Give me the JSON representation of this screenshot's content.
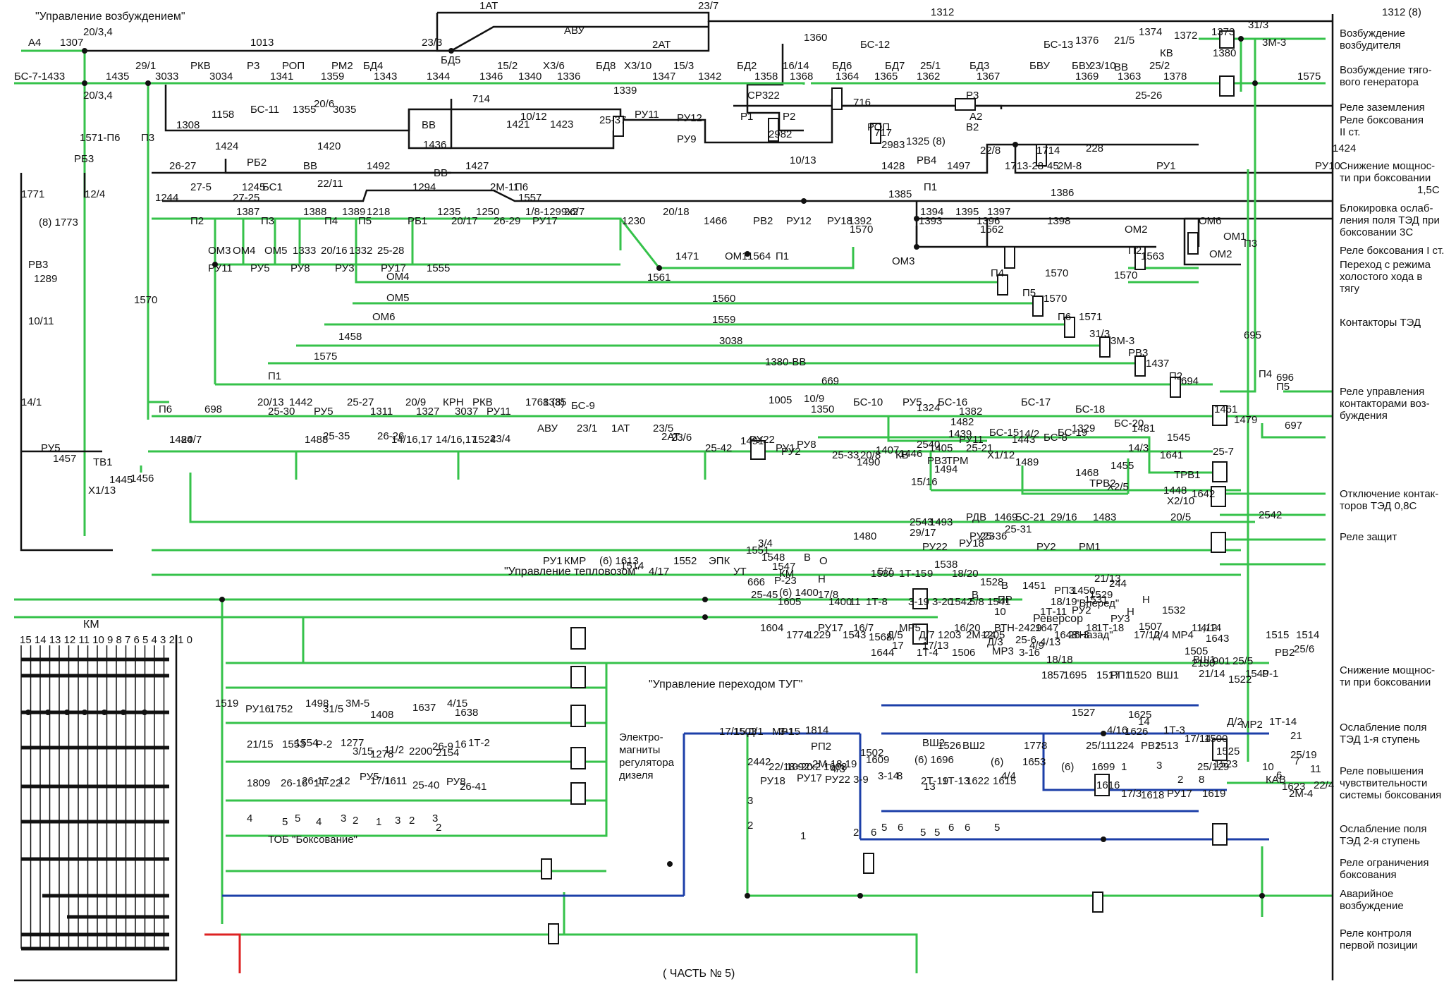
{
  "top_labels": {
    "excitation": "\"Управление возбуждением\"",
    "loco": "\"Управление тепловозом\"",
    "tug": "\"Управление переходом ТУГ\"",
    "part": "( ЧАСТЬ № 5)",
    "tob": "ТОБ \"Боксование\"",
    "km": "КМ",
    "km_positions": "15 14 13 12 11 10 9 8 7 6 5 4 3 2 1 0",
    "electromagnets": [
      "Электро-",
      "магниты",
      "регулятора",
      "дизеля"
    ],
    "forward": "\"Вперед\"",
    "reverser": "Реверсор",
    "back": "\"Назад\""
  },
  "right_descriptions": [
    {
      "t": [
        "Возбуждение",
        "возбудителя"
      ]
    },
    {
      "t": [
        "Возбуждение тяго-",
        "вого генератора"
      ]
    },
    {
      "t": [
        "Реле заземления"
      ]
    },
    {
      "t": [
        "Реле боксования",
        "II ст."
      ]
    },
    {
      "t": [
        "Снижение мощнос-",
        "ти при боксовании",
        "1,5С"
      ]
    },
    {
      "t": [
        "Блокировка ослаб-",
        "ления поля ТЭД при",
        "боксовании 3С"
      ]
    },
    {
      "t": [
        "Реле боксования I ст."
      ]
    },
    {
      "t": [
        "Переход с режима",
        "холостого хода в",
        "тягу"
      ]
    },
    {
      "t": [
        "Контакторы ТЭД"
      ]
    },
    {
      "t": [
        "Реле управления",
        "контакторами воз-",
        "буждения"
      ]
    },
    {
      "t": [
        "Отключение контак-",
        "торов ТЭД    0,8С"
      ]
    },
    {
      "t": [
        "Реле защит"
      ]
    },
    {
      "t": [
        "Снижение мощнос-",
        "ти при боксовании"
      ]
    },
    {
      "t": [
        "Ослабление поля",
        "ТЭД 1-я ступень"
      ]
    },
    {
      "t": [
        "Реле повышения",
        "чувствительности",
        "системы боксования"
      ]
    },
    {
      "t": [
        "Ослабление поля",
        "ТЭД 2-я ступень"
      ]
    },
    {
      "t": [
        "Реле ограничения",
        "боксования"
      ]
    },
    {
      "t": [
        "Аварийное",
        "возбуждение"
      ]
    },
    {
      "t": [
        "Реле контроля",
        "первой позиции"
      ]
    }
  ],
  "labels": [
    "А4",
    "1307",
    "20/3,4",
    "1013",
    "23/3",
    "БД5",
    "1АТ",
    "АВУ",
    "2АТ",
    "23/7",
    "1312",
    "1312 (8)",
    "БС-7-1433",
    "1435",
    "20/3,4",
    "29/1",
    "3033",
    "РКВ",
    "3034",
    "Р3",
    "1341",
    "РОП",
    "1359",
    "РМ2",
    "БД4",
    "1343",
    "1344",
    "15/2",
    "1346",
    "Х3/6",
    "1340",
    "1336",
    "БД8",
    "Х3/10",
    "1339",
    "1347",
    "15/3",
    "1342",
    "БД2",
    "1358",
    "16/14",
    "1368",
    "БД6",
    "1364",
    "БД7",
    "1365",
    "25/1",
    "1362",
    "БД3",
    "1367",
    "БВУ",
    "БВУ",
    "1369",
    "23/10",
    "1363",
    "25/2",
    "1378",
    "1360",
    "БС-12",
    "БС-13",
    "1376",
    "21/5",
    "1374",
    "ВВ",
    "КВ",
    "1372",
    "1380",
    "1373",
    "31/3",
    "3М-3",
    "1575",
    "1571-П6",
    "1308",
    "1158",
    "БС-11",
    "1355",
    "20/6",
    "3035",
    "714",
    "ВВ",
    "1421",
    "10/12",
    "1423",
    "25-37",
    "РУ11",
    "РУ12",
    "РУ9",
    "СР322",
    "Р1",
    "Р2",
    "2982",
    "716",
    "Р3",
    "А2",
    "В2",
    "РОП",
    "2983",
    "717",
    "1325 (8)",
    "25-26",
    "1424",
    "РБ3",
    "1424",
    "РБ2",
    "1420",
    "ВВ",
    "1492",
    "1436",
    "ВВ",
    "1427",
    "10/13",
    "1428",
    "РВ4",
    "1497",
    "22/8",
    "1713-28-45",
    "1714",
    "2М-8",
    "228",
    "РУ1",
    "РУ10",
    "26-27",
    "1771",
    "12/4",
    "(8) 1773",
    "РВ3",
    "1289",
    "10/11",
    "1244",
    "27-5",
    "БС1",
    "27-25",
    "1245",
    "22/11",
    "1294",
    "2М-11",
    "1557",
    "П6",
    "1385",
    "П1",
    "1386",
    "П2",
    "1387",
    "П3",
    "1388",
    "П4",
    "1389",
    "П5",
    "1218",
    "РБ1",
    "1235",
    "20/17",
    "1250",
    "26-29",
    "1/8-1299х2",
    "РУ17",
    "26/7",
    "1230",
    "20/18",
    "1466",
    "РВ2",
    "РУ12",
    "РУ18",
    "1392",
    "1393",
    "1394",
    "1395",
    "1396",
    "1397",
    "1398",
    "ОМ6",
    "ОМ1",
    "ОМ2",
    "ОМ3",
    "ОМ4",
    "ОМ5",
    "1333",
    "20/16",
    "1332",
    "25-28",
    "РУ11",
    "РУ5",
    "РУ8",
    "РУ3",
    "РУ17",
    "1555",
    "1471",
    "ОМ1",
    "1564",
    "П1",
    "1570",
    "ОМ2",
    "1563",
    "П2",
    "1570",
    "ОМ3",
    "1562",
    "П3",
    "1570",
    "ОМ4",
    "1561",
    "П4",
    "1570",
    "ОМ5",
    "1560",
    "П5",
    "1570",
    "ОМ6",
    "1559",
    "П6",
    "1571",
    "1458",
    "3038",
    "31/3",
    "3М-3",
    "1575",
    "1380-ВВ",
    "РВ3",
    "1437",
    "П1",
    "669",
    "П2",
    "694",
    "П3",
    "695",
    "П4",
    "696",
    "П5",
    "697",
    "П6",
    "698",
    "20/13",
    "25-30",
    "1442",
    "РУ5",
    "25-27",
    "1311",
    "20/9",
    "1327",
    "КРН",
    "3037",
    "РКВ",
    "РУ11",
    "1768 (8)",
    "1335",
    "БС-9",
    "1005",
    "10/9",
    "1350",
    "БС-10",
    "РУ5",
    "1324",
    "БС-16",
    "1382",
    "БС-17",
    "БС-18",
    "1461",
    "БС-19",
    "1479",
    "14/1",
    "1482",
    "БС-15",
    "1439",
    "14/2",
    "1405",
    "25-21",
    "БС-8",
    "1329",
    "БС-20",
    "1481",
    "14/3",
    "1545",
    "25-7",
    "1484",
    "20/7",
    "1488",
    "25-35",
    "26-26",
    "14/16,17",
    "14/16,17",
    "1524",
    "23/4",
    "АВУ",
    "23/1",
    "1АТ",
    "23/5",
    "2АТ",
    "23/6",
    "1491",
    "25-42",
    "РУ22",
    "РУ1",
    "РУ2",
    "РУ8",
    "25-33",
    "1490",
    "20/8",
    "1407",
    "КВ",
    "2540",
    "РВ3",
    "1494",
    "РУ11",
    "1443",
    "РУ5",
    "ТВ1",
    "1457",
    "1456",
    "Х1/13",
    "1445",
    "1446",
    "ТРМ",
    "Х1/12",
    "1489",
    "1468",
    "ТРВ2",
    "Х2/5",
    "1455",
    "1641",
    "ТРВ1",
    "1448",
    "Х2/10",
    "1642",
    "15/16",
    "2543",
    "29/17",
    "1493",
    "РДВ",
    "1469",
    "БС-21",
    "29/16",
    "1483",
    "20/5",
    "2542",
    "1480",
    "25-36",
    "РУ22",
    "РУ18",
    "РУ23",
    "25-31",
    "РУ2",
    "РМ1",
    "1531",
    "РУ2",
    "РУ3",
    "РУ1",
    "КМР",
    "(6) 1613",
    "1514",
    "4/17",
    "1552",
    "ЭПК",
    "1551",
    "3/4",
    "1548",
    "УТ",
    "1547",
    "КМ",
    "В",
    "О",
    "Н",
    "1539",
    "5/7",
    "1Т-15",
    "9",
    "1538",
    "18/20",
    "1528",
    "В",
    "В",
    "ПР",
    "1451",
    "РП3",
    "1450",
    "21/13",
    "244",
    "25-45",
    "666",
    "Р-23",
    "(6) 1400",
    "1605",
    "17/8",
    "1400",
    "11",
    "1Т-8",
    "3-19",
    "3-20",
    "1542",
    "5/8",
    "1541",
    "10",
    "1Т-11",
    "18/19",
    "1529",
    "Н",
    "Н",
    "1532",
    "1604",
    "1774",
    "1229",
    "РУ17",
    "1543",
    "16/7",
    "1568",
    "Д/5",
    "МР5",
    "Д/7",
    "1203",
    "16/20",
    "2М-24",
    "1205",
    "ВТН-2429",
    "25-6",
    "1647",
    "4/13",
    "1648",
    "26-3",
    "18",
    "1Т-18",
    "17/12",
    "1507",
    "Д/4",
    "МР4",
    "11,12",
    "1643",
    "4/14",
    "1644",
    "17",
    "1Т-4",
    "17/13",
    "1506",
    "Д/3",
    "МР3",
    "3-16",
    "4/9",
    "18/18",
    "1857",
    "1695",
    "1517",
    "РП1",
    "1520",
    "ВШ1",
    "1505",
    "ВШ1",
    "901",
    "25/5",
    "1515",
    "РВ2",
    "1514",
    "25/6",
    "2130",
    "21/14",
    "1522",
    "1549",
    "Р-1",
    "1527",
    "1625",
    "4/16",
    "1626",
    "14",
    "1Т-3",
    "17/14",
    "1500",
    "Д/2",
    "МР2",
    "1Т-14",
    "21",
    "1519",
    "РУ16",
    "1752",
    "1498",
    "31/5",
    "3М-5",
    "1408",
    "1637",
    "4/15",
    "1638",
    "16",
    "1Т-2",
    "17/15",
    "1503",
    "Д/1",
    "МР1",
    "3-15",
    "1814",
    "РП2",
    "1502",
    "ВШ2",
    "1526",
    "ВШ2",
    "1778",
    "25/11",
    "1224",
    "РВ2",
    "1513",
    "25/12",
    "1523",
    "1525",
    "25/19",
    "21/15",
    "1553",
    "1554",
    "Р-2",
    "1277",
    "3/15",
    "1278",
    "11/2",
    "2200",
    "26-9",
    "2154",
    "РУ18",
    "РУ17",
    "РУ22",
    "3-9",
    "3-14",
    "8",
    "2Т-19",
    "13",
    "1Т-13",
    "1622",
    "1615",
    "4/4",
    "1616",
    "17/3",
    "1618",
    "РУ17",
    "1619",
    "КАВ",
    "1623",
    "22/4",
    "2М-4",
    "1809",
    "26-16",
    "26-17",
    "1Т-22",
    "12",
    "РУ5",
    "17/1",
    "1611",
    "25-40",
    "РУ8",
    "26-41",
    "2442",
    "22/18÷20",
    "1092х2",
    "2М-18,19",
    "1608",
    "4/3",
    "1609",
    "(6) 1696",
    "(6)",
    "1653",
    "(6)",
    "1699",
    "1",
    "3",
    "2",
    "8",
    "9",
    "10",
    "6",
    "7",
    "11",
    "4",
    "5",
    "5",
    "4",
    "3",
    "2",
    "1",
    "3",
    "2",
    "3",
    "2",
    "3",
    "2",
    "1",
    "2",
    "6",
    "5",
    "6",
    "5",
    "5",
    "6",
    "6",
    "5"
  ]
}
